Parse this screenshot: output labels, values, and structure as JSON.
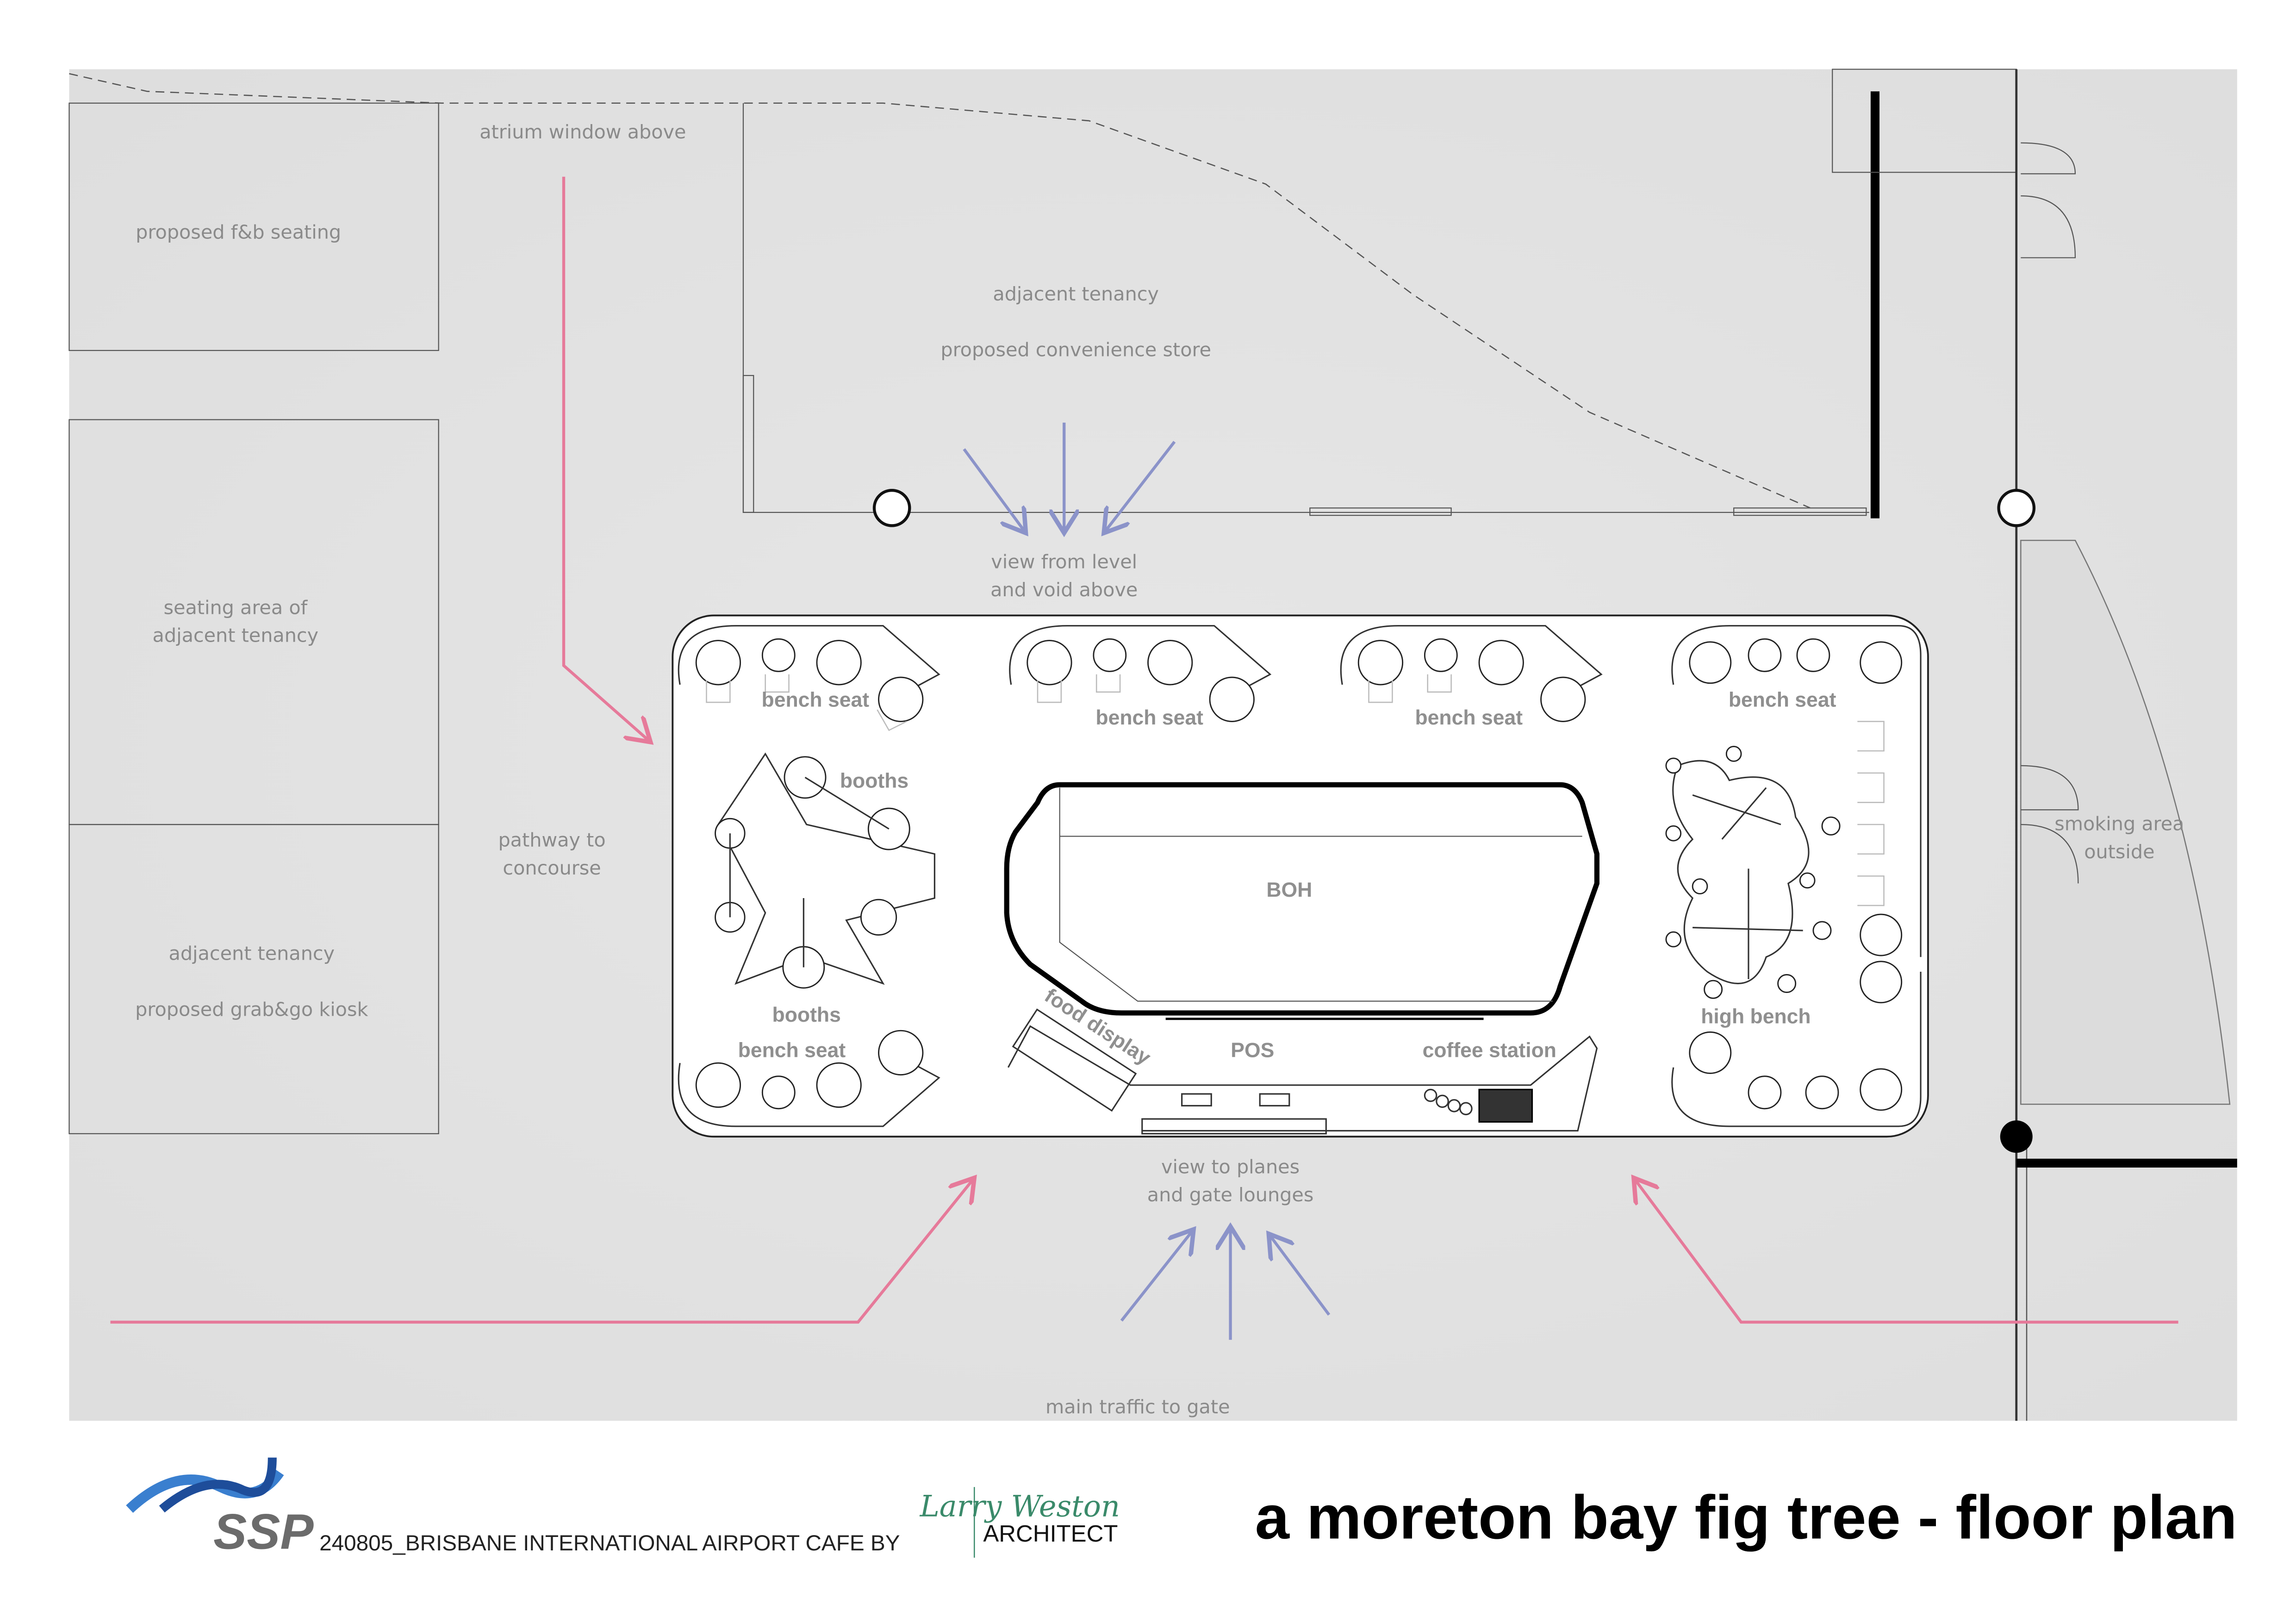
{
  "labels": {
    "atrium": "atrium window above",
    "fb_seating": "proposed f&b seating",
    "adjacent_tenancy_top": "adjacent tenancy",
    "convenience_store": "proposed convenience store",
    "seating_adjacent_1": "seating area of",
    "seating_adjacent_2": "adjacent tenancy",
    "view_level_1": "view from level",
    "view_level_2": "and void above",
    "pathway_1": "pathway to",
    "pathway_2": "concourse",
    "adjacent_tenancy_bottom": "adjacent tenancy",
    "grab_go": "proposed grab&go kiosk",
    "smoking_1": "smoking area",
    "smoking_2": "outside",
    "view_planes_1": "view to planes",
    "view_planes_2": "and gate lounges",
    "main_traffic": "main traffic to gate"
  },
  "zones": {
    "bench_seat": "bench seat",
    "booths": "booths",
    "boh": "BOH",
    "food_display": "food display",
    "pos": "POS",
    "coffee_station": "coffee station",
    "high_bench": "high bench"
  },
  "footer": {
    "logo_text": "SSP",
    "project": "240805_BRISBANE INTERNATIONAL AIRPORT CAFE BY",
    "architect_signature": "Larry Weston",
    "architect": "ARCHITECT",
    "title": "a moreton bay fig tree - floor plan"
  },
  "colors": {
    "traffic_arrow": "#e67a9a",
    "view_arrow": "#8b93c9",
    "ssp_blue": "#1e4d9a",
    "ssp_gray": "#6b6b6b",
    "architect_green": "#3a8a6a"
  }
}
